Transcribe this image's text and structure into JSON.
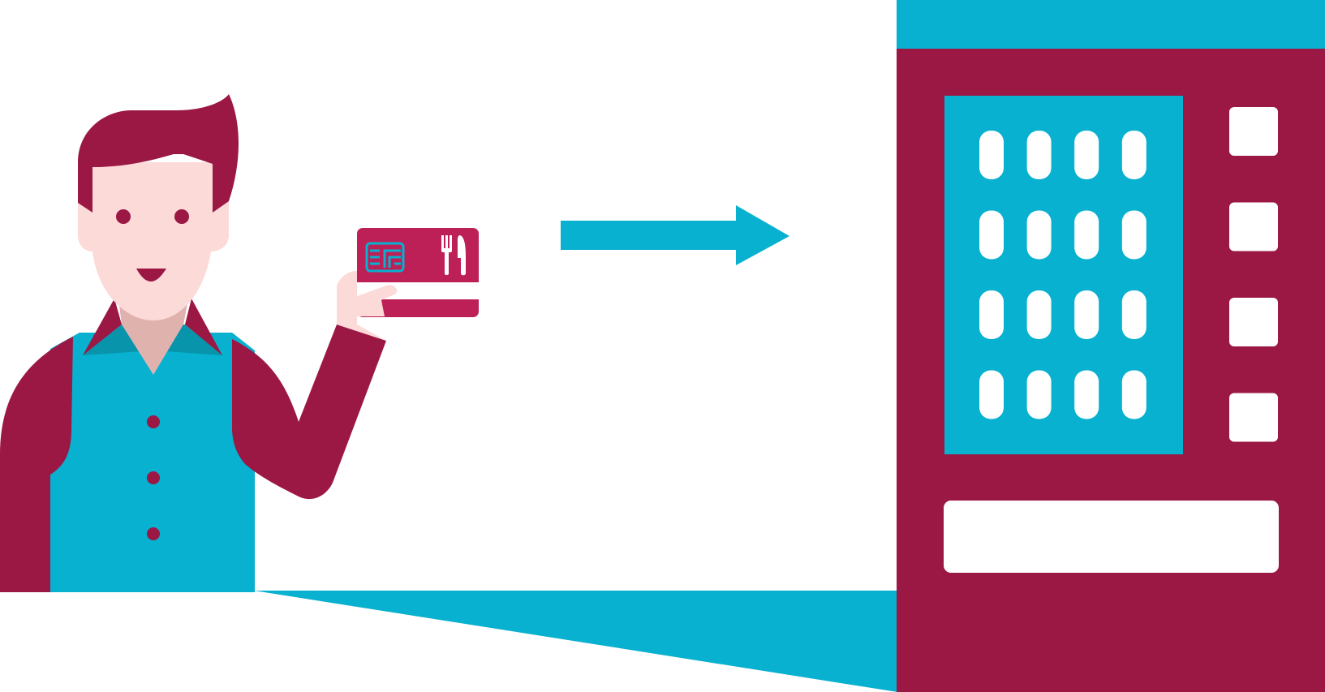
{
  "illustration": {
    "subject": "person-paying-with-meal-card-at-vending-machine",
    "icons": [
      "person-figure",
      "meal-card-icon",
      "card-chip-icon",
      "fork-icon",
      "knife-icon",
      "arrow-right-icon",
      "vending-machine-icon"
    ]
  },
  "colors": {
    "background": "#ffffff",
    "teal": "#07b1cf",
    "teal_dark": "#0894ab",
    "maroon": "#9b1744",
    "card_pink": "#bd1f57",
    "skin": "#fbdad8",
    "skin_shadow": "#e0b2ae",
    "white": "#ffffff"
  },
  "vending_machine": {
    "product_rows": 4,
    "product_columns": 4,
    "side_buttons": 4
  }
}
